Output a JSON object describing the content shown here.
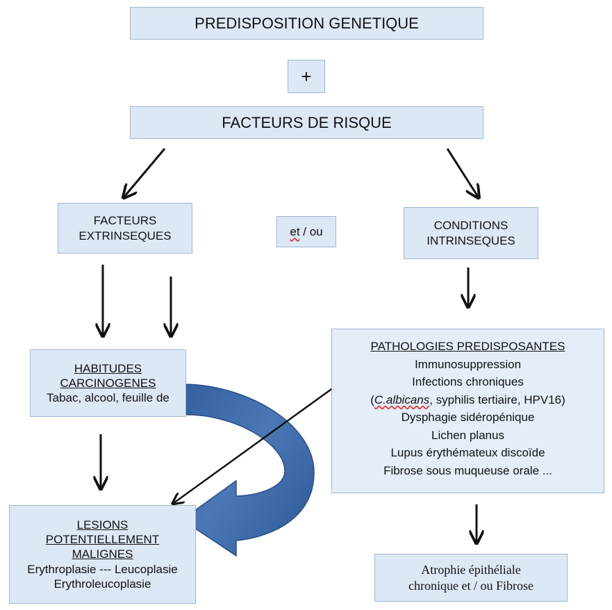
{
  "top_box": "PREDISPOSITION GENETIQUE",
  "plus_box": "+",
  "risk_box": "FACTEURS DE RISQUE",
  "extrinsic_box": {
    "line1": "FACTEURS",
    "line2": "EXTRINSEQUES"
  },
  "and_or_box": {
    "word1": "et",
    "word2": " / ou"
  },
  "intrinsic_box": {
    "line1": "CONDITIONS",
    "line2": "INTRINSEQUES"
  },
  "habits_box": {
    "title1": "HABITUDES",
    "title2": "CARCINOGENES",
    "text": "Tabac, alcool, feuille de"
  },
  "pathologies_box": {
    "title": "PATHOLOGIES  PREDISPOSANTES",
    "items": [
      "Immunosuppression",
      "Infections chroniques",
      "Dysphagie sidéropénique",
      "Lichen planus",
      "Lupus érythémateux discoïde",
      "Fibrose sous muqueuse orale ..."
    ],
    "infection_detail": {
      "open": "(",
      "species": "C.albicans",
      "rest": ", syphilis tertiaire, HPV16)"
    }
  },
  "lesions_box": {
    "title1": "LESIONS",
    "title2": "POTENTIELLEMENT",
    "title3": "MALIGNES",
    "line1": "Erythroplasie --- Leucoplasie",
    "line2": "Erythroleucoplasie"
  },
  "atrophy_box": {
    "line1": "Atrophie épithéliale",
    "line2": "chronique et / ou Fibrose"
  },
  "colors": {
    "box_fill": "#dde8f6",
    "box_border": "#9fb6d4",
    "curved_arrow": "#3d6aa8",
    "arrow": "#111111"
  }
}
